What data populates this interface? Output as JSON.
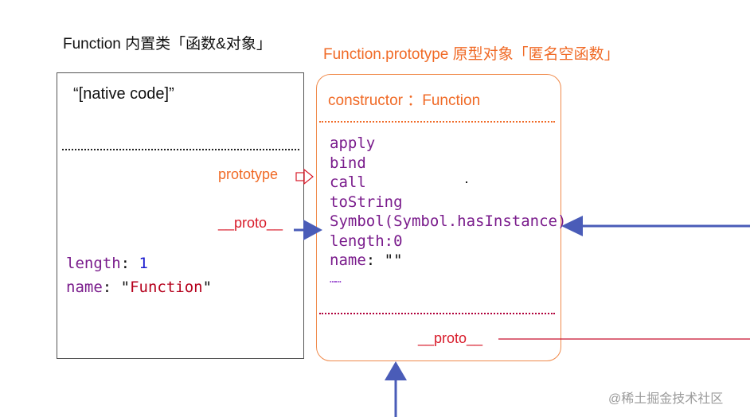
{
  "titles": {
    "left": "Function 内置类「函数&对象」",
    "right": "Function.prototype 原型对象「匿名空函数」"
  },
  "function_box": {
    "native_code": "“[native code]”",
    "properties": [
      {
        "key": "length",
        "sep": ": ",
        "value": "1",
        "value_type": "number"
      },
      {
        "key": "name",
        "sep": ": ",
        "value_open": "\"",
        "value": "Function",
        "value_close": "\"",
        "value_type": "string"
      }
    ]
  },
  "prototype_box": {
    "constructor_line": "constructor  ：Function",
    "members": [
      "apply",
      "bind",
      "call",
      "toString",
      "Symbol(Symbol.hasInstance)",
      "length:0"
    ],
    "name_key": "name",
    "name_sep": ": ",
    "name_value": "\"\"",
    "ellipsis": "……",
    "proto_label": "__proto__"
  },
  "labels": {
    "prototype": "prototype",
    "proto_left": "__proto__"
  },
  "colors": {
    "orange": "#f06a26",
    "red": "#d81b2a",
    "arrow_blue": "#4a5cb8",
    "keyword_purple": "#7a1c8c",
    "number_blue": "#1c1ccf",
    "string_red": "#b5001c"
  },
  "watermark": "@稀土掘金技术社区"
}
